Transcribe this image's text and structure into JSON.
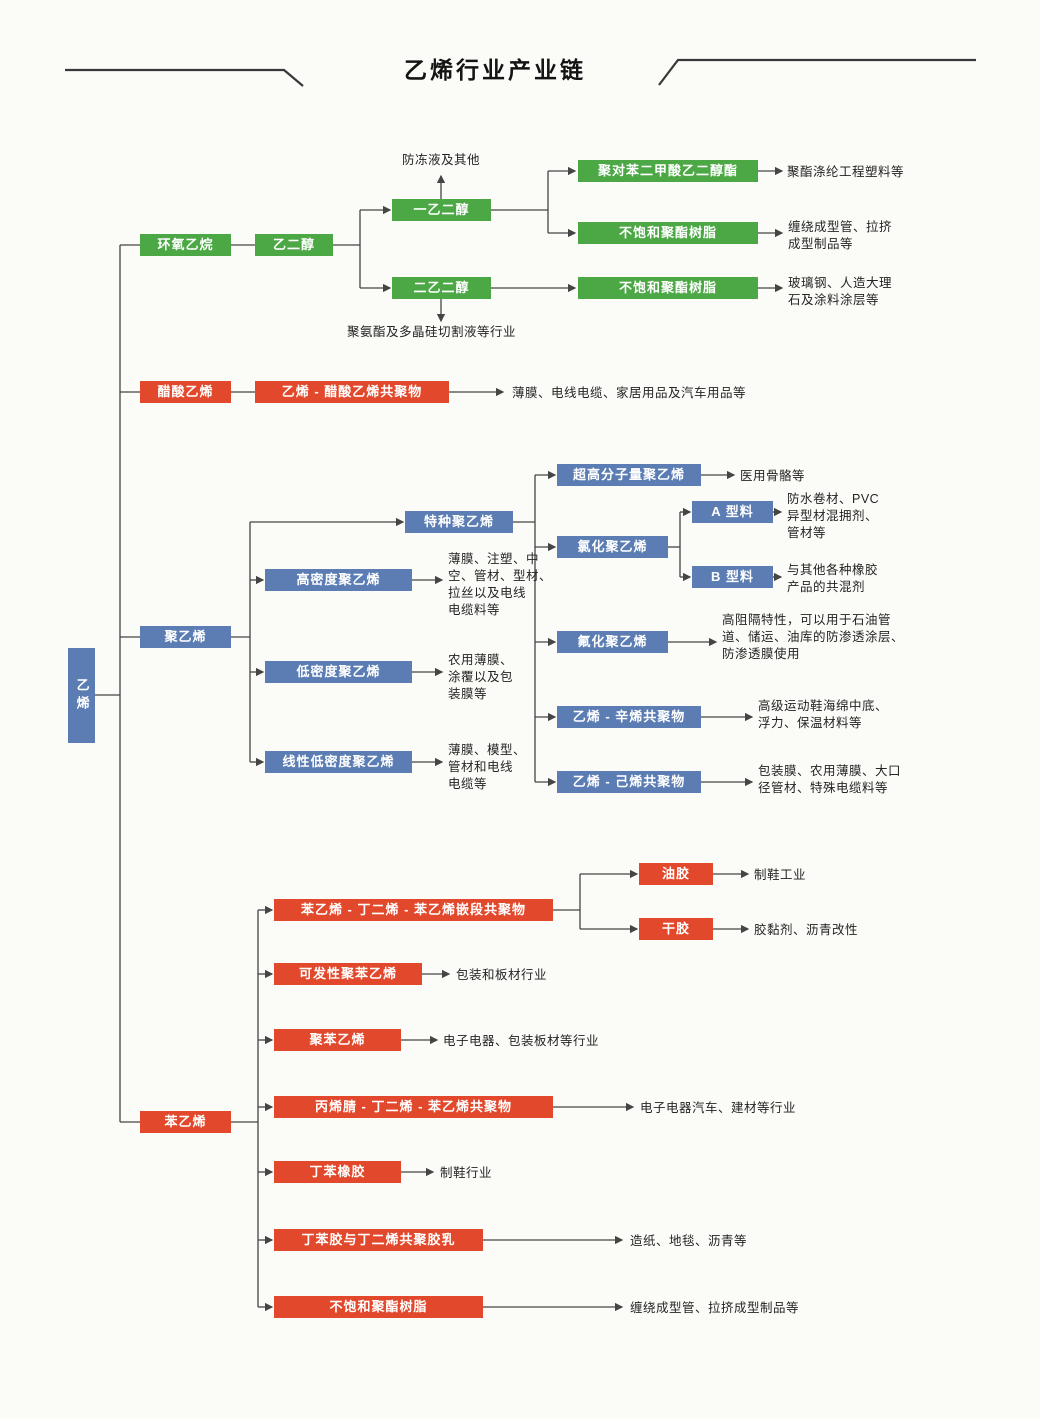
{
  "title": "乙烯行业产业链",
  "colors": {
    "green": "#4ba845",
    "red": "#e2492c",
    "blue": "#5b7db3",
    "line": "#454545"
  },
  "nodes": {
    "ethylene": "乙烯",
    "eo": "环氧乙烷",
    "eg": "乙二醇",
    "meg": "一乙二醇",
    "deg": "二乙二醇",
    "pet": "聚对苯二甲酸乙二醇酯",
    "upr1": "不饱和聚酯树脂",
    "upr2": "不饱和聚酯树脂",
    "vac": "醋酸乙烯",
    "eva": "乙烯 - 醋酸乙烯共聚物",
    "pe": "聚乙烯",
    "spe": "特种聚乙烯",
    "hdpe": "高密度聚乙烯",
    "ldpe": "低密度聚乙烯",
    "lldpe": "线性低密度聚乙烯",
    "uhmwpe": "超高分子量聚乙烯",
    "cpe": "氯化聚乙烯",
    "typeA": "A 型料",
    "typeB": "B 型料",
    "fpe": "氟化聚乙烯",
    "poe": "乙烯 - 辛烯共聚物",
    "ehc": "乙烯 - 己烯共聚物",
    "st": "苯乙烯",
    "sbs": "苯乙烯 - 丁二烯 - 苯乙烯嵌段共聚物",
    "oil": "油胶",
    "dry": "干胶",
    "eps": "可发性聚苯乙烯",
    "ps": "聚苯乙烯",
    "abs": "丙烯腈 - 丁二烯 - 苯乙烯共聚物",
    "sbr": "丁苯橡胶",
    "latex": "丁苯胶与丁二烯共聚胶乳",
    "upr3": "不饱和聚酯树脂"
  },
  "labels": {
    "antifreeze": "防冻液及其他",
    "pu": "聚氨酯及多晶硅切割液等行业",
    "pet_out": "聚酯涤纶工程塑料等",
    "upr1_out": "缠绕成型管、拉挤\n成型制品等",
    "upr2_out": "玻璃钢、人造大理\n石及涂料涂层等",
    "eva_out": "薄膜、电线电缆、家居用品及汽车用品等",
    "hdpe_out": "薄膜、注塑、中\n空、管材、型材、\n拉丝以及电线\n电缆料等",
    "ldpe_out": "农用薄膜、\n涂覆以及包\n装膜等",
    "lldpe_out": "薄膜、模型、\n管材和电线\n电缆等",
    "uhmwpe_out": "医用骨骼等",
    "typeA_out": "防水卷材、PVC\n异型材混拥剂、\n管材等",
    "typeB_out": "与其他各种橡胶\n产品的共混剂",
    "fpe_out": "高阻隔特性，可以用于石油管\n道、储运、油库的防渗透涂层、\n防渗透膜使用",
    "poe_out": "高级运动鞋海绵中底、\n浮力、保温材料等",
    "ehc_out": "包装膜、农用薄膜、大口\n径管材、特殊电缆料等",
    "oil_out": "制鞋工业",
    "dry_out": "胶黏剂、沥青改性",
    "eps_out": "包装和板材行业",
    "ps_out": "电子电器、包装板材等行业",
    "abs_out": "电子电器汽车、建材等行业",
    "sbr_out": "制鞋行业",
    "latex_out": "造纸、地毯、沥青等",
    "upr3_out": "缠绕成型管、拉挤成型制品等"
  }
}
